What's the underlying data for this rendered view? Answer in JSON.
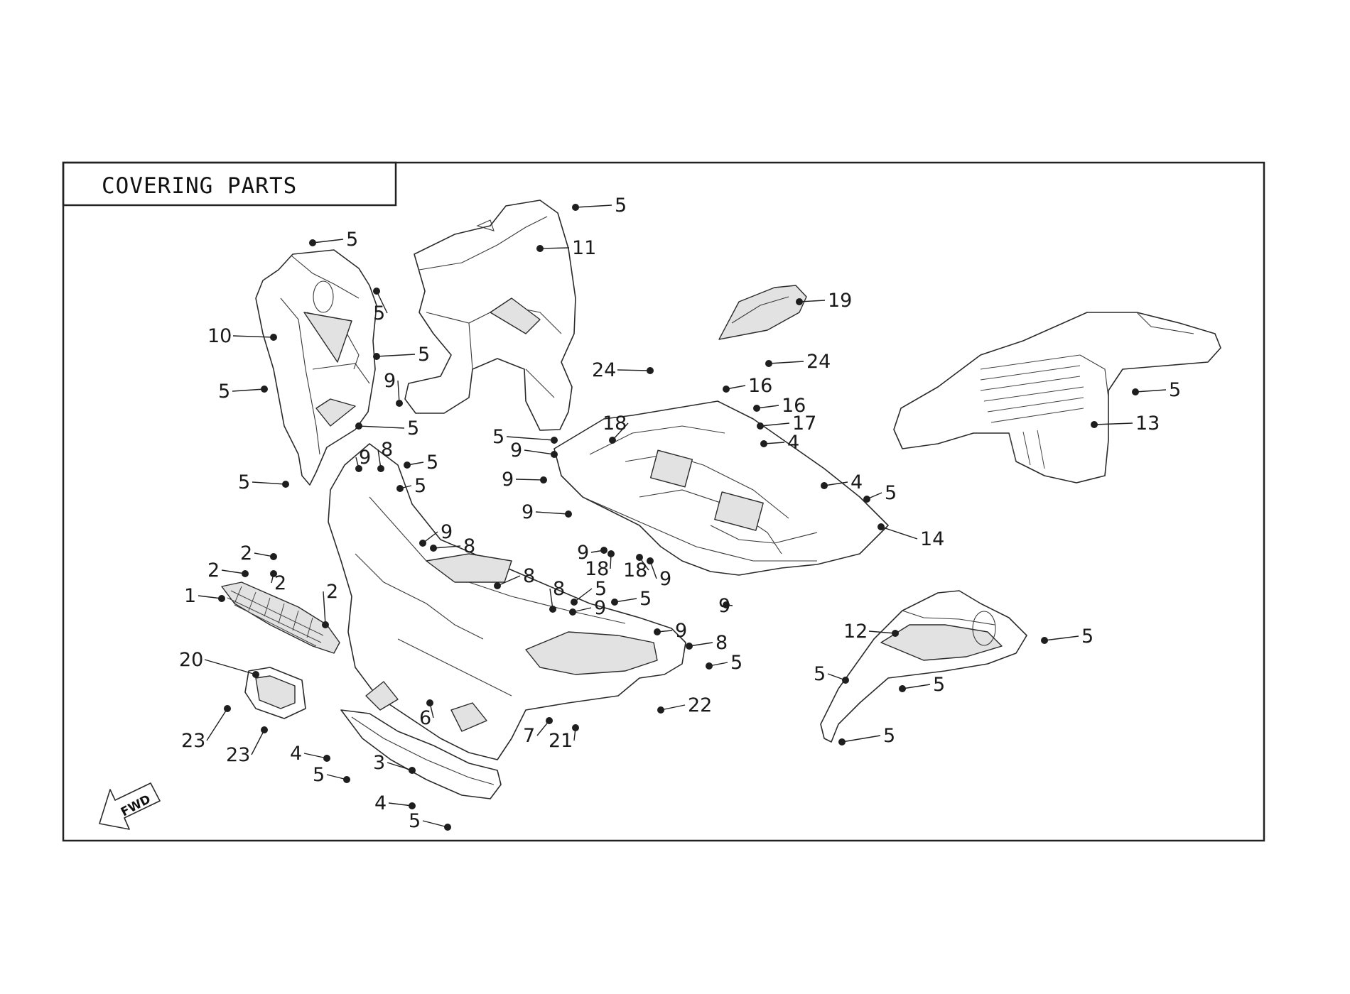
{
  "title": "COVERING PARTS",
  "fwd_label": "FWD",
  "callouts": [
    {
      "id": "c1",
      "label": "5"
    },
    {
      "id": "c2",
      "label": "11"
    },
    {
      "id": "c3",
      "label": "5"
    },
    {
      "id": "c4",
      "label": "5"
    },
    {
      "id": "c5",
      "label": "19"
    },
    {
      "id": "c6",
      "label": "10"
    },
    {
      "id": "c7",
      "label": "5"
    },
    {
      "id": "c8",
      "label": "24"
    },
    {
      "id": "c9",
      "label": "24"
    },
    {
      "id": "c10",
      "label": "16"
    },
    {
      "id": "c11",
      "label": "5"
    },
    {
      "id": "c12",
      "label": "9"
    },
    {
      "id": "c13",
      "label": "16"
    },
    {
      "id": "c14",
      "label": "5"
    },
    {
      "id": "c15",
      "label": "18"
    },
    {
      "id": "c16",
      "label": "17"
    },
    {
      "id": "c17",
      "label": "13"
    },
    {
      "id": "c18",
      "label": "5"
    },
    {
      "id": "c19",
      "label": "4"
    },
    {
      "id": "c20",
      "label": "9"
    },
    {
      "id": "c21",
      "label": "8"
    },
    {
      "id": "c22",
      "label": "5"
    },
    {
      "id": "c23",
      "label": "5"
    },
    {
      "id": "c24",
      "label": "9"
    },
    {
      "id": "c25",
      "label": "9"
    },
    {
      "id": "c26",
      "label": "5"
    },
    {
      "id": "c27",
      "label": "4"
    },
    {
      "id": "c28",
      "label": "5"
    },
    {
      "id": "c29",
      "label": "5"
    },
    {
      "id": "c30",
      "label": "9"
    },
    {
      "id": "c31",
      "label": "14"
    },
    {
      "id": "c32",
      "label": "9"
    },
    {
      "id": "c33",
      "label": "8"
    },
    {
      "id": "c34",
      "label": "9"
    },
    {
      "id": "c35",
      "label": "18"
    },
    {
      "id": "c36",
      "label": "18"
    },
    {
      "id": "c37",
      "label": "2"
    },
    {
      "id": "c38",
      "label": "9"
    },
    {
      "id": "c39",
      "label": "2"
    },
    {
      "id": "c40",
      "label": "2"
    },
    {
      "id": "c41",
      "label": "8"
    },
    {
      "id": "c42",
      "label": "8"
    },
    {
      "id": "c43",
      "label": "5"
    },
    {
      "id": "c44",
      "label": "1"
    },
    {
      "id": "c45",
      "label": "5"
    },
    {
      "id": "c46",
      "label": "2"
    },
    {
      "id": "c47",
      "label": "9"
    },
    {
      "id": "c48",
      "label": "9"
    },
    {
      "id": "c49",
      "label": "9"
    },
    {
      "id": "c50",
      "label": "12"
    },
    {
      "id": "c51",
      "label": "5"
    },
    {
      "id": "c52",
      "label": "8"
    },
    {
      "id": "c53",
      "label": "20"
    },
    {
      "id": "c54",
      "label": "5"
    },
    {
      "id": "c55",
      "label": "5"
    },
    {
      "id": "c56",
      "label": "5"
    },
    {
      "id": "c57",
      "label": "22"
    },
    {
      "id": "c58",
      "label": "6"
    },
    {
      "id": "c59",
      "label": "7"
    },
    {
      "id": "c60",
      "label": "21"
    },
    {
      "id": "c61",
      "label": "23"
    },
    {
      "id": "c62",
      "label": "5"
    },
    {
      "id": "c63",
      "label": "23"
    },
    {
      "id": "c64",
      "label": "4"
    },
    {
      "id": "c65",
      "label": "3"
    },
    {
      "id": "c66",
      "label": "5"
    },
    {
      "id": "c67",
      "label": "4"
    },
    {
      "id": "c68",
      "label": "5"
    }
  ]
}
